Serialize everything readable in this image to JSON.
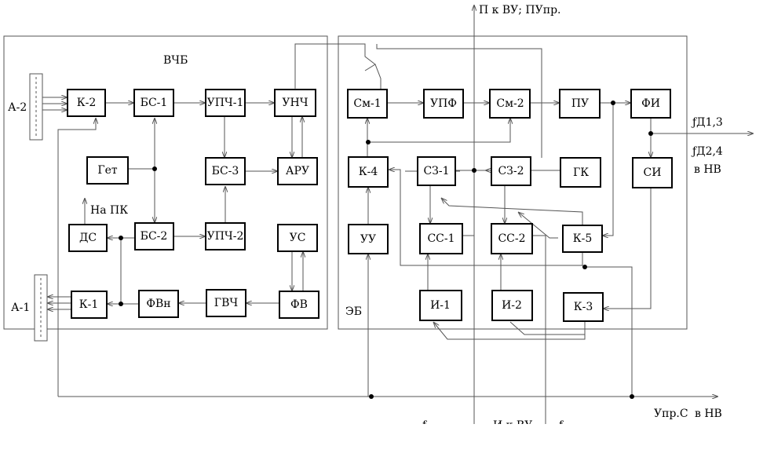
{
  "sections": {
    "vchb": "ВЧБ",
    "eb": "ЭБ"
  },
  "antennas": {
    "a2": "А-2",
    "a1": "А-1"
  },
  "blocks": {
    "k2": "К-2",
    "bs1": "БС-1",
    "upch1": "УПЧ-1",
    "unch": "УНЧ",
    "get": "Гет",
    "bs3": "БС-3",
    "aru": "АРУ",
    "ds": "ДС",
    "bs2": "БС-2",
    "upch2": "УПЧ-2",
    "us": "УС",
    "k1": "К-1",
    "fvn": "ФВн",
    "gvch": "ГВЧ",
    "fv": "ФВ",
    "sm1": "См-1",
    "upf": "УПФ",
    "sm2": "См-2",
    "pu": "ПУ",
    "fi": "ФИ",
    "k4": "К-4",
    "sz1": "СЗ-1",
    "sz2": "СЗ-2",
    "gk": "ГК",
    "si": "СИ",
    "uu": "УУ",
    "ss1": "СС-1",
    "ss2": "СС-2",
    "k5": "К-5",
    "i1": "И-1",
    "i2": "И-2",
    "k3": "К-3"
  },
  "signals": {
    "top_out": "П к ВУ; ПУпр.",
    "na_pk": "На ПК",
    "fd13": "ƒД1,3",
    "fd24": "ƒД2,4",
    "v_nv_right": "в НВ",
    "upr_s": "Упр.С",
    "v_nv_bottom": "в НВ",
    "bottom_cut_a": "ƒ",
    "bottom_cut_b": "И к ВУ",
    "bottom_cut_c": "ƒ"
  }
}
